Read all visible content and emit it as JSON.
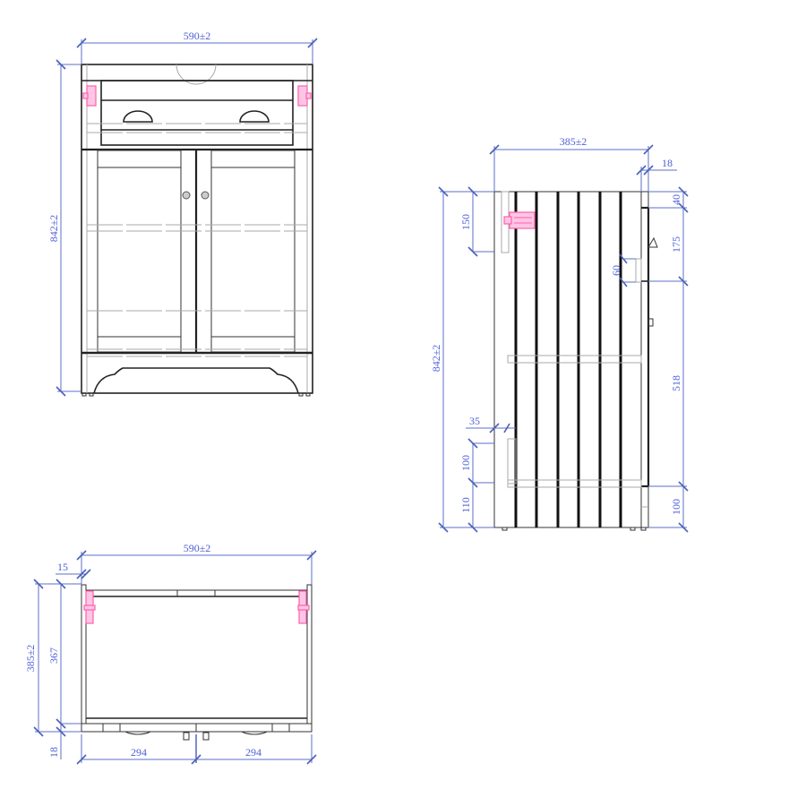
{
  "drawing": {
    "colors": {
      "dimension": "#4d5fd6",
      "object": "#222222",
      "hidden": "#aaaaaa",
      "hardware": "#ff5fb0"
    },
    "front_view": {
      "width_label": "590±2",
      "height_label": "842±2"
    },
    "side_view": {
      "depth_label": "385±2",
      "door_thickness_label": "18",
      "height_label": "842±2",
      "top_rail_label": "40",
      "drawer_label": "175",
      "handle_label": "60",
      "door_label": "518",
      "plinth_label": "100",
      "hinge_offset_label": "150",
      "inset_label": "35",
      "back_rail_label": "100",
      "base_label": "110"
    },
    "top_view": {
      "width_label": "590±2",
      "side_thickness_label": "15",
      "depth_label": "385±2",
      "inner_depth_label": "367",
      "door_thickness_label": "18",
      "left_half_label": "294",
      "right_half_label": "294"
    }
  }
}
